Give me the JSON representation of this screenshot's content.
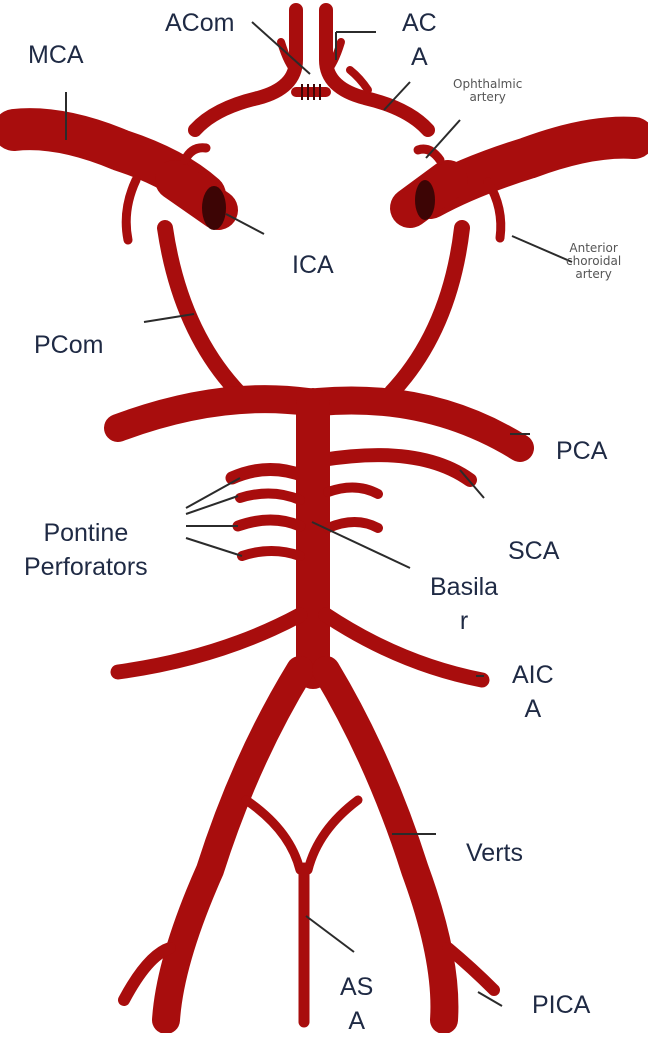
{
  "colors": {
    "artery": "#a80d0d",
    "artery_dark": "#3d0505",
    "pointer": "#2b2b2b",
    "text": "#1f2a44",
    "small_text": "#555555"
  },
  "labels": {
    "mca": "MCA",
    "acom": "ACom",
    "aca": "AC\nA",
    "ophthalmic": "Ophthalmic\nartery",
    "ica": "ICA",
    "anterior_choroidal": "Anterior\nchoroidal\nartery",
    "pcom": "PCom",
    "pca": "PCA",
    "pontine": "Pontine\nPerforators",
    "sca": "SCA",
    "basilar": "Basila\nr",
    "aica": "AIC\nA",
    "verts": "Verts",
    "asa": "AS\nA",
    "pica": "PICA"
  }
}
